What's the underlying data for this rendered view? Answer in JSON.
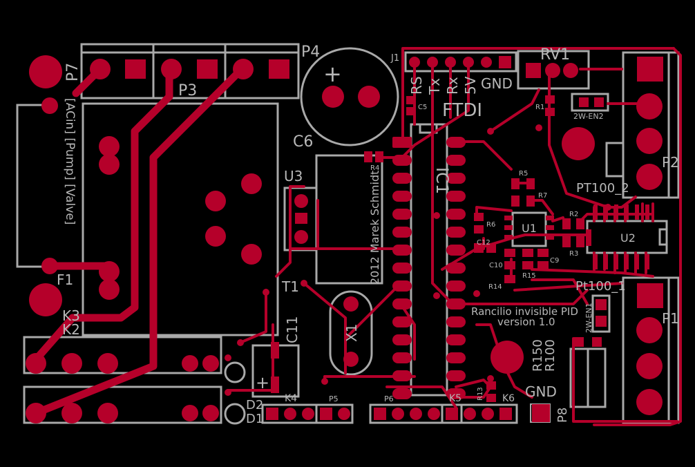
{
  "board": {
    "background": "#000000",
    "copper_color": "#b5002a",
    "silk_color": "#a9a9a9",
    "labels": {
      "p7": "P7",
      "p3": "P3",
      "p4": "P4",
      "c6": "C6",
      "plus": "+",
      "j1": "J1",
      "ftdi_pins": [
        "RS",
        "Tx",
        "Rx",
        "5V",
        "GND"
      ],
      "ftdi": "FTDI",
      "rv1": "RV1",
      "r1": "R1",
      "c5": "C5",
      "r4": "R4",
      "u3": "U3",
      "ic1": "IC1",
      "author": "2012 Marek Schmidt",
      "r5": "R5",
      "r7": "R7",
      "r6": "R6",
      "u1": "U1",
      "r2": "R2",
      "r3": "R3",
      "c12": "C12",
      "c10": "C10",
      "c9": "C9",
      "r15": "R15",
      "r14": "R14",
      "pt100_2": "PT100_2",
      "u2": "U2",
      "pt100_1": "Pt100_1",
      "p2": "P2",
      "p1": "P1",
      "en2": "2W-EN2",
      "en1": "2W-EN1",
      "title": "Rancilio invisible PID",
      "version": "version 1.0",
      "side_label": "[ACin] [Pump] [Valve]",
      "f1": "F1",
      "k3": "K3",
      "k2": "K2",
      "t1": "T1",
      "c11": "C11",
      "x1": "X1",
      "d2": "D2",
      "d1": "D1",
      "k4": "K4",
      "p5": "P5",
      "p6": "P6",
      "k5": "K5",
      "k6": "K6",
      "r13": "R13",
      "r150": "R150",
      "r100": "R100",
      "gnd": "GND",
      "p8": "P8"
    }
  }
}
